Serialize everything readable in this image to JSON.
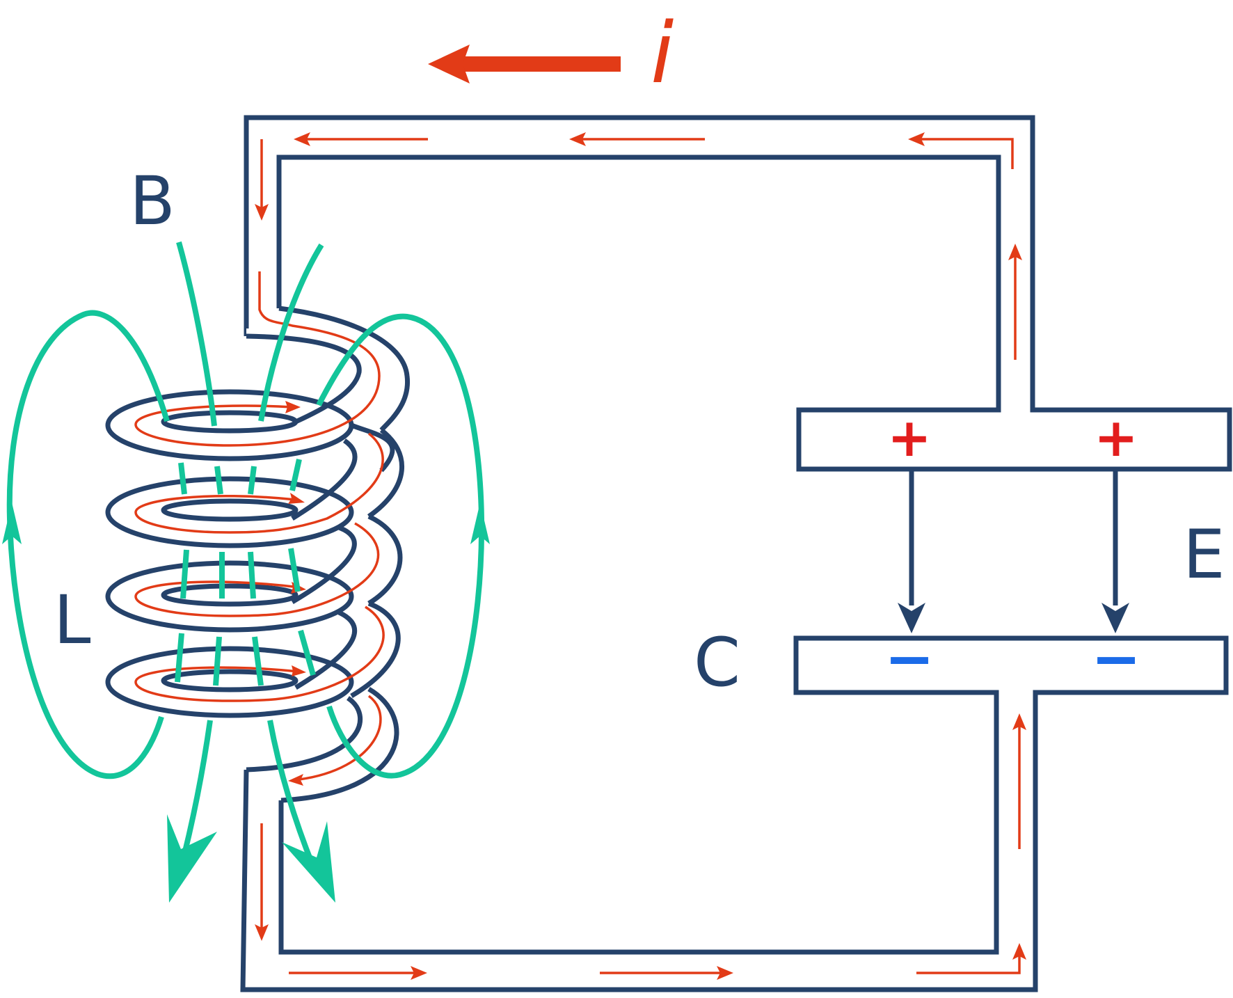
{
  "labels": {
    "current": "i",
    "magnetic_field": "B",
    "inductor": "L",
    "electric_field": "E",
    "capacitor": "C",
    "plus_left": "+",
    "plus_right": "+",
    "minus_left": "−",
    "minus_right": "−"
  },
  "colors": {
    "wire": "#25426a",
    "current": "#e23b17",
    "field_lines": "#13c59a",
    "positive": "#e21d1d",
    "negative": "#1b6be8"
  }
}
